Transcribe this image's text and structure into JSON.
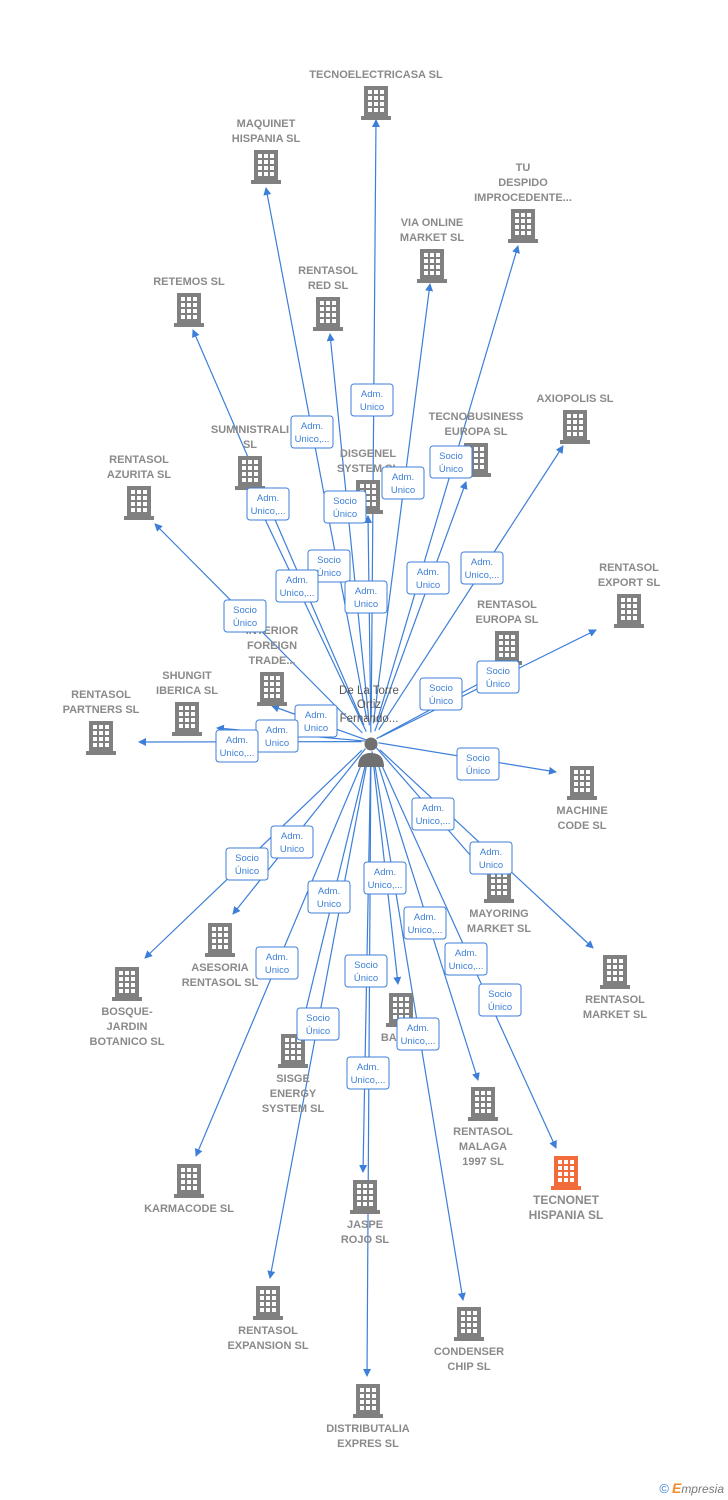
{
  "center": {
    "label_lines": [
      "De La Torre",
      "Ortiz",
      "Fernando..."
    ],
    "icon": "person-icon"
  },
  "colors": {
    "edge": "#3d7fd8",
    "building": "#808080",
    "building_highlight": "#f26b3a"
  },
  "nodes": [
    {
      "id": "tecnoelectricasa",
      "label_lines": [
        "TECNOELECTRICASA SL"
      ],
      "highlight": false
    },
    {
      "id": "maquinet",
      "label_lines": [
        "MAQUINET",
        "HISPANIA  SL"
      ],
      "highlight": false
    },
    {
      "id": "tu-despido",
      "label_lines": [
        "TU",
        "DESPIDO",
        "IMPROCEDENTE..."
      ],
      "highlight": false
    },
    {
      "id": "via-online",
      "label_lines": [
        "VIA ONLINE",
        "MARKET SL"
      ],
      "highlight": false
    },
    {
      "id": "retemos",
      "label_lines": [
        "RETEMOS  SL"
      ],
      "highlight": false
    },
    {
      "id": "rentasol-red",
      "label_lines": [
        "RENTASOL",
        "RED  SL"
      ],
      "highlight": false
    },
    {
      "id": "axiopolis",
      "label_lines": [
        "AXIOPOLIS SL"
      ],
      "highlight": false
    },
    {
      "id": "suministrali",
      "label_lines": [
        "SUMINISTRALI",
        "SL"
      ],
      "highlight": false
    },
    {
      "id": "tecnobusiness",
      "label_lines": [
        "TECNOBUSINESS",
        "EUROPA SL"
      ],
      "highlight": false
    },
    {
      "id": "disgenel",
      "label_lines": [
        "DISGENEL",
        "SYSTEM  SL"
      ],
      "highlight": false
    },
    {
      "id": "rentasol-azurita",
      "label_lines": [
        "RENTASOL",
        "AZURITA  SL"
      ],
      "highlight": false
    },
    {
      "id": "rentasol-export",
      "label_lines": [
        "RENTASOL",
        "EXPORT  SL"
      ],
      "highlight": false
    },
    {
      "id": "interior-foreign",
      "label_lines": [
        "INTERIOR",
        "FOREIGN",
        "TRADE..."
      ],
      "highlight": false
    },
    {
      "id": "rentasol-europa",
      "label_lines": [
        "RENTASOL",
        "EUROPA  SL"
      ],
      "highlight": false
    },
    {
      "id": "shungit",
      "label_lines": [
        "SHUNGIT",
        "IBERICA  SL"
      ],
      "highlight": false
    },
    {
      "id": "rentasol-partners",
      "label_lines": [
        "RENTASOL",
        "PARTNERS  SL"
      ],
      "highlight": false
    },
    {
      "id": "machine-code",
      "label_lines": [
        "MACHINE",
        "CODE SL"
      ],
      "highlight": false
    },
    {
      "id": "mayoring",
      "label_lines": [
        "MAYORING",
        "MARKET  SL"
      ],
      "highlight": false
    },
    {
      "id": "asesoria",
      "label_lines": [
        "ASESORIA",
        "RENTASOL SL"
      ],
      "highlight": false
    },
    {
      "id": "bosque-jardin",
      "label_lines": [
        "BOSQUE-",
        "JARDIN",
        "BOTANICO SL"
      ],
      "highlight": false
    },
    {
      "id": "rentasol-market",
      "label_lines": [
        "RENTASOL",
        "MARKET  SL"
      ],
      "highlight": false
    },
    {
      "id": "basa",
      "label_lines": [
        "BASA..."
      ],
      "highlight": false
    },
    {
      "id": "sisge",
      "label_lines": [
        "SISGE",
        "ENERGY",
        "SYSTEM  SL"
      ],
      "highlight": false
    },
    {
      "id": "rentasol-malaga",
      "label_lines": [
        "RENTASOL",
        "MALAGA",
        "1997  SL"
      ],
      "highlight": false
    },
    {
      "id": "tecnonet",
      "label_lines": [
        "TECNONET",
        "HISPANIA  SL"
      ],
      "highlight": true
    },
    {
      "id": "karmacode",
      "label_lines": [
        "KARMACODE SL"
      ],
      "highlight": false
    },
    {
      "id": "jaspe-rojo",
      "label_lines": [
        "JASPE",
        "ROJO  SL"
      ],
      "highlight": false
    },
    {
      "id": "rentasol-expansion",
      "label_lines": [
        "RENTASOL",
        "EXPANSION  SL"
      ],
      "highlight": false
    },
    {
      "id": "condenser",
      "label_lines": [
        "CONDENSER",
        "CHIP SL"
      ],
      "highlight": false
    },
    {
      "id": "distributalia",
      "label_lines": [
        "DISTRIBUTALIA",
        "EXPRES  SL"
      ],
      "highlight": false
    }
  ],
  "relations": [
    {
      "lines": [
        "Adm.",
        "Unico"
      ]
    },
    {
      "lines": [
        "Adm.",
        "Unico,..."
      ]
    },
    {
      "lines": [
        "Socio",
        "Único"
      ]
    },
    {
      "lines": [
        "Adm.",
        "Unico"
      ]
    },
    {
      "lines": [
        "Adm.",
        "Unico,..."
      ]
    },
    {
      "lines": [
        "Socio",
        "Único"
      ]
    },
    {
      "lines": [
        "Socio",
        "Único"
      ]
    },
    {
      "lines": [
        "Adm.",
        "Unico"
      ]
    },
    {
      "lines": [
        "Adm.",
        "Unico,..."
      ]
    },
    {
      "lines": [
        "Adm.",
        "Unico"
      ]
    },
    {
      "lines": [
        "Adm.",
        "Unico,..."
      ]
    },
    {
      "lines": [
        "Socio",
        "Único"
      ]
    },
    {
      "lines": [
        "Adm.",
        "Unico"
      ]
    },
    {
      "lines": [
        "Socio",
        "Único"
      ]
    },
    {
      "lines": [
        "Socio",
        "Único"
      ]
    },
    {
      "lines": [
        "Adm.",
        "Unico"
      ]
    },
    {
      "lines": [
        "Adm.",
        "Unico,..."
      ]
    },
    {
      "lines": [
        "Socio",
        "Único"
      ]
    },
    {
      "lines": [
        "Adm.",
        "Unico"
      ]
    },
    {
      "lines": [
        "Adm.",
        "Unico,..."
      ]
    },
    {
      "lines": [
        "Socio",
        "Único"
      ]
    },
    {
      "lines": [
        "Adm.",
        "Unico"
      ]
    },
    {
      "lines": [
        "Adm.",
        "Unico"
      ]
    },
    {
      "lines": [
        "Adm.",
        "Unico,..."
      ]
    },
    {
      "lines": [
        "Adm.",
        "Unico,..."
      ]
    },
    {
      "lines": [
        "Adm.",
        "Unico"
      ]
    },
    {
      "lines": [
        "Adm.",
        "Unico,..."
      ]
    },
    {
      "lines": [
        "Socio",
        "Único"
      ]
    },
    {
      "lines": [
        "Adm.",
        "Unico,..."
      ]
    },
    {
      "lines": [
        "Socio",
        "Único"
      ]
    },
    {
      "lines": [
        "Adm.",
        "Unico,..."
      ]
    },
    {
      "lines": [
        "Socio",
        "Único"
      ]
    }
  ],
  "footer": {
    "copyright": "©",
    "brand_initial": "E",
    "brand_rest": "mpresia"
  }
}
